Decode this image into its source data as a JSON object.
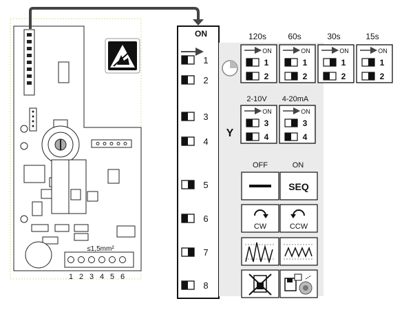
{
  "board": {
    "size_note": "≤1,5mm²",
    "terminals": [
      "1",
      "2",
      "3",
      "4",
      "5",
      "6"
    ]
  },
  "dip_block": {
    "on_label": "ON",
    "switches": [
      {
        "num": "1",
        "state": "off"
      },
      {
        "num": "2",
        "state": "off"
      },
      {
        "num": "3",
        "state": "off"
      },
      {
        "num": "4",
        "state": "off"
      },
      {
        "num": "5",
        "state": "on"
      },
      {
        "num": "6",
        "state": "off"
      },
      {
        "num": "7",
        "state": "on"
      },
      {
        "num": "8",
        "state": "off"
      }
    ]
  },
  "timing": {
    "options": [
      {
        "label": "120s",
        "sw1": "off",
        "sw2": "off"
      },
      {
        "label": "60s",
        "sw1": "off",
        "sw2": "on"
      },
      {
        "label": "30s",
        "sw1": "on",
        "sw2": "off"
      },
      {
        "label": "15s",
        "sw1": "on",
        "sw2": "on"
      }
    ]
  },
  "signal": {
    "symbol": "Y",
    "options": [
      {
        "label": "2-10V",
        "sw3": "off",
        "sw4": "off"
      },
      {
        "label": "4-20mA",
        "sw3": "on",
        "sw4": "off"
      }
    ]
  },
  "functions": {
    "off_label": "OFF",
    "on_label": "ON",
    "seq_label": "SEQ",
    "cw_label": "CW",
    "ccw_label": "CCW"
  },
  "mini_switch": {
    "on_label": "ON",
    "nums": [
      "1",
      "2",
      "3",
      "4"
    ]
  },
  "icons": [
    "esd-warning-icon",
    "clock-icon",
    "cw-arrow-icon",
    "ccw-arrow-icon",
    "no-adaptation-icon",
    "save-icon"
  ]
}
